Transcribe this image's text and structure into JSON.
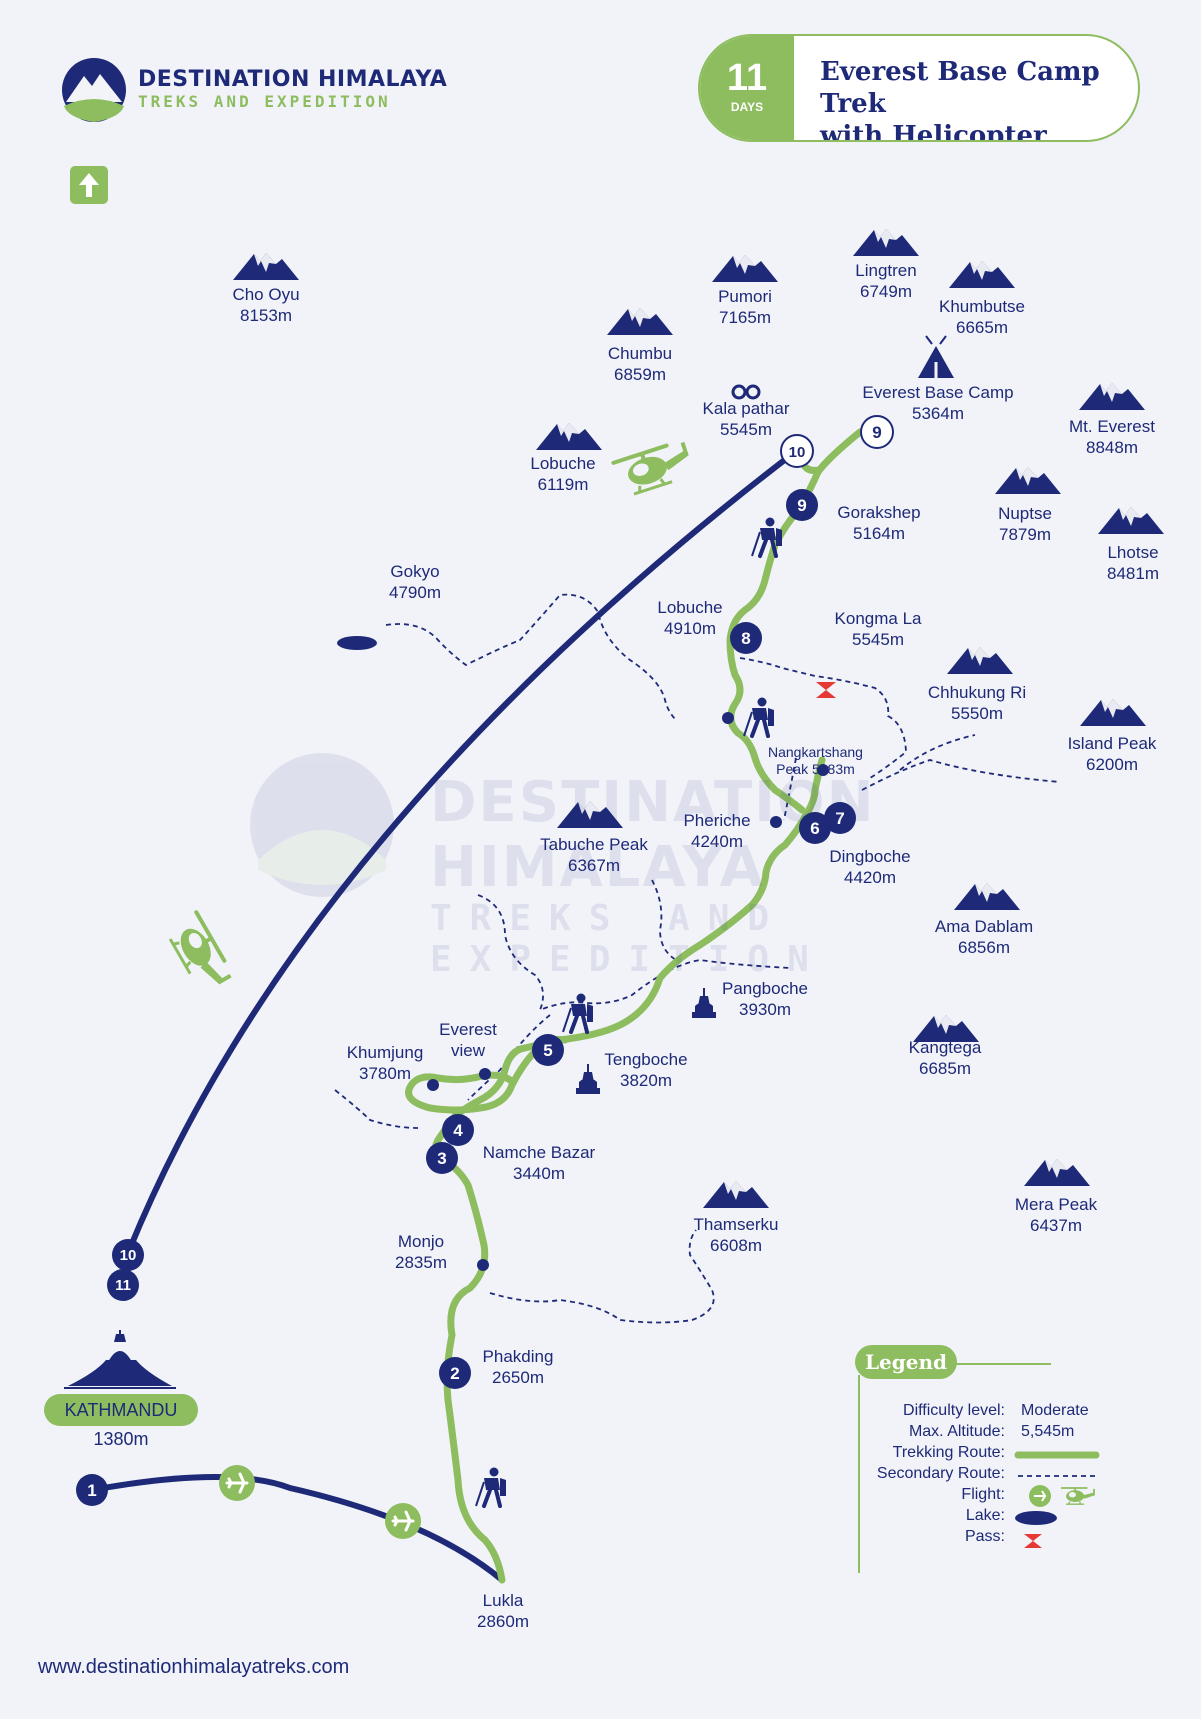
{
  "brand": {
    "name": "DESTINATION HIMALAYA",
    "tagline": "TREKS AND EXPEDITION"
  },
  "badge": {
    "days_number": "11",
    "days_unit": "DAYS",
    "title_line1": "Everest Base Camp Trek",
    "title_line2": "with Helicopter Return"
  },
  "website": "www.destinationhimalayatreks.com",
  "colors": {
    "navy": "#1e2a78",
    "green": "#8dbd5f",
    "background": "#f1f3f8",
    "pass_red": "#e53935"
  },
  "mountains": [
    {
      "name": "Cho Oyu",
      "altitude": "8153m"
    },
    {
      "name": "Pumori",
      "altitude": "7165m"
    },
    {
      "name": "Lingtren",
      "altitude": "6749m"
    },
    {
      "name": "Khumbutse",
      "altitude": "6665m"
    },
    {
      "name": "Chumbu",
      "altitude": "6859m"
    },
    {
      "name": "Mt. Everest",
      "altitude": "8848m"
    },
    {
      "name": "Lobuche",
      "altitude": "6119m"
    },
    {
      "name": "Nuptse",
      "altitude": "7879m"
    },
    {
      "name": "Lhotse",
      "altitude": "8481m"
    },
    {
      "name": "Chhukung Ri",
      "altitude": "5550m"
    },
    {
      "name": "Island Peak",
      "altitude": "6200m"
    },
    {
      "name": "Tabuche Peak",
      "altitude": "6367m"
    },
    {
      "name": "Ama Dablam",
      "altitude": "6856m"
    },
    {
      "name": "Kangtega",
      "altitude": "6685m"
    },
    {
      "name": "Thamserku",
      "altitude": "6608m"
    },
    {
      "name": "Mera Peak",
      "altitude": "6437m"
    }
  ],
  "places": [
    {
      "name": "Kala pathar",
      "altitude": "5545m"
    },
    {
      "name": "Everest Base Camp",
      "altitude": "5364m"
    },
    {
      "name": "Gorakshep",
      "altitude": "5164m"
    },
    {
      "name": "Gokyo",
      "altitude": "4790m"
    },
    {
      "name": "Lobuche",
      "altitude": "4910m"
    },
    {
      "name": "Kongma La",
      "altitude": "5545m"
    },
    {
      "name": "Pheriche",
      "altitude": "4240m"
    },
    {
      "name": "Dingboche",
      "altitude": "4420m"
    },
    {
      "name": "Pangboche",
      "altitude": "3930m"
    },
    {
      "name": "Tengboche",
      "altitude": "3820m"
    },
    {
      "name": "Everest",
      "altitude": "view"
    },
    {
      "name": "Khumjung",
      "altitude": "3780m"
    },
    {
      "name": "Namche Bazar",
      "altitude": "3440m"
    },
    {
      "name": "Monjo",
      "altitude": "2835m"
    },
    {
      "name": "Phakding",
      "altitude": "2650m"
    },
    {
      "name": "Lukla",
      "altitude": "2860m"
    }
  ],
  "nangkartshang": {
    "line1": "Nangkartshang",
    "line2": "Peak 5083m"
  },
  "kathmandu": {
    "name": "KATHMANDU",
    "altitude": "1380m"
  },
  "day_markers": [
    "1",
    "2",
    "3",
    "4",
    "5",
    "6",
    "7",
    "8",
    "9",
    "9",
    "10",
    "10",
    "11"
  ],
  "legend": {
    "title": "Legend",
    "difficulty_label": "Difficulty level:",
    "difficulty_value": "Moderate",
    "altitude_label": "Max. Altitude:",
    "altitude_value": "5,545m",
    "trekking_label": "Trekking Route:",
    "secondary_label": "Secondary Route:",
    "flight_label": "Flight:",
    "lake_label": "Lake:",
    "pass_label": "Pass:"
  },
  "icons": [
    "north-arrow-icon",
    "mountain-icon",
    "helicopter-icon",
    "airplane-icon",
    "tent-icon",
    "binoculars-icon",
    "hiker-icon",
    "stupa-icon",
    "pass-icon",
    "lake-icon"
  ]
}
